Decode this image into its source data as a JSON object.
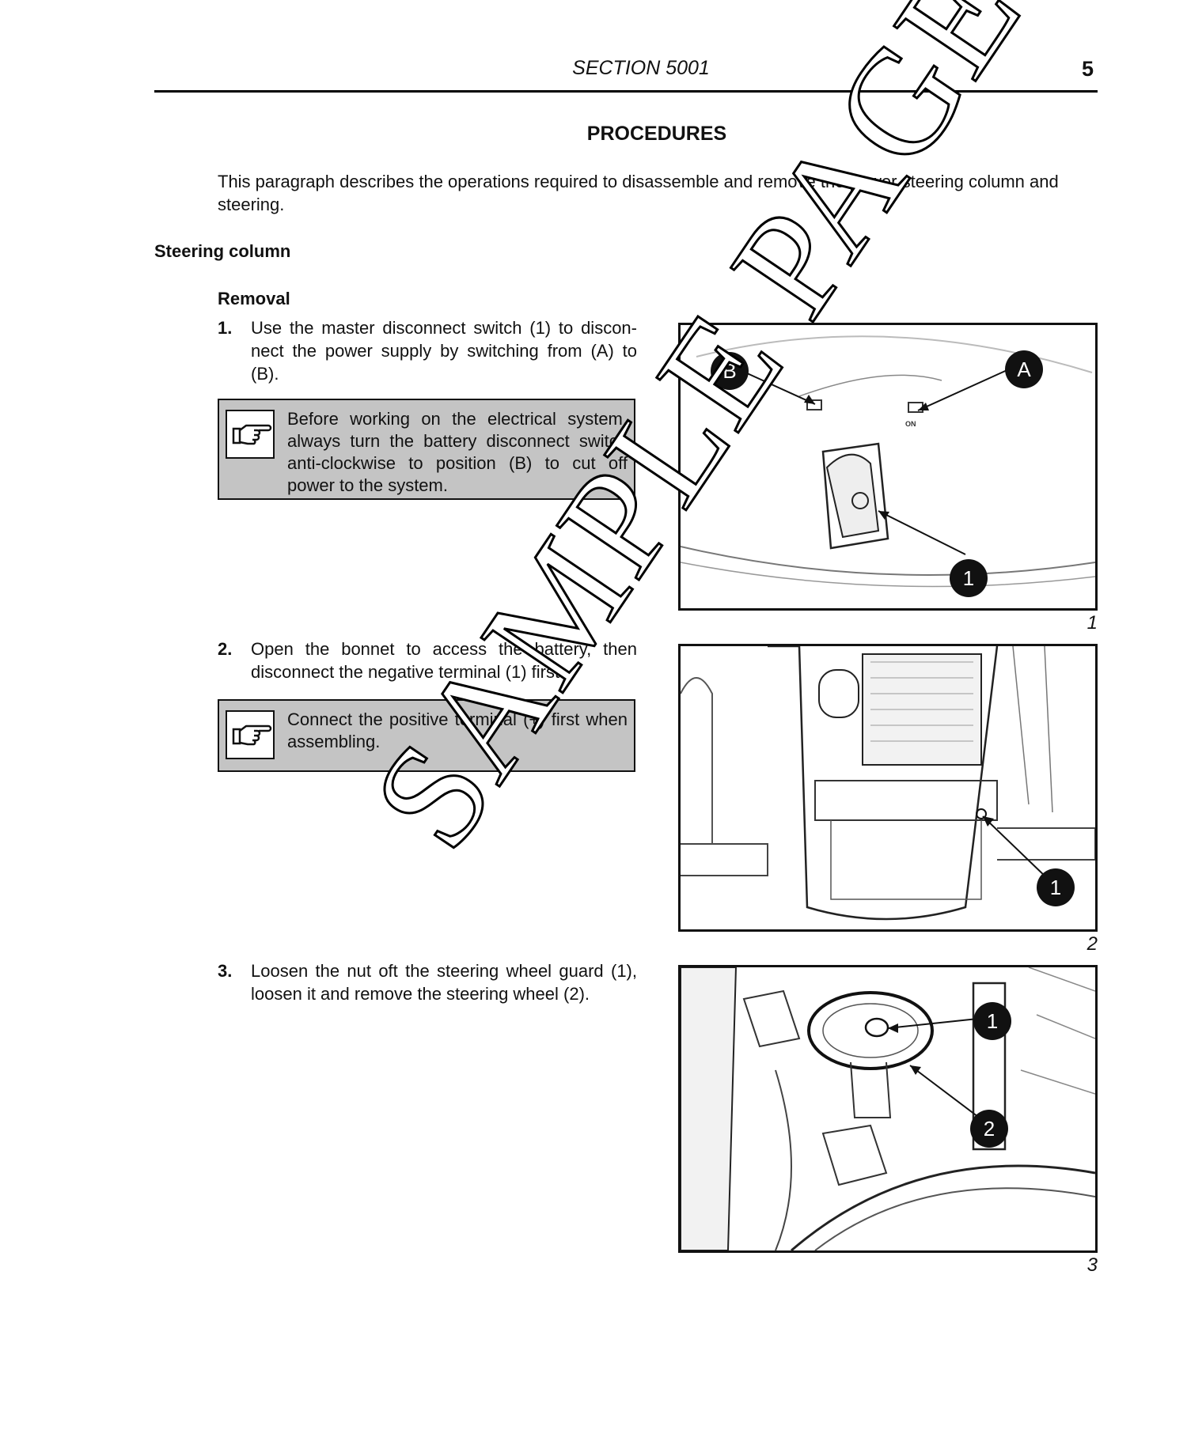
{
  "header": {
    "section": "SECTION 5001",
    "page_number": "5"
  },
  "title": "PROCEDURES",
  "intro": "This paragraph describes the operations required to disassemble and remove the power steering column and steering.",
  "subsection": "Steering column",
  "removal_heading": "Removal",
  "steps": [
    {
      "num": "1.",
      "text": "Use the master disconnect switch (1) to discon-nect the power supply by switching from (A) to (B)."
    },
    {
      "num": "2.",
      "text": "Open the bonnet to access the battery, then disconnect the negative terminal (1) first."
    },
    {
      "num": "3.",
      "text": "Loosen the nut oft the steering wheel guard (1), loosen it and remove the steering wheel (2)."
    }
  ],
  "notes": [
    {
      "text": "Before working on the electrical system, always turn the battery disconnect switch anti-clockwise to position (B) to cut off power to the system.",
      "icon": "pointing-hand-icon"
    },
    {
      "text": "Connect the positive terminal (+) first when assembling.",
      "icon": "pointing-hand-icon"
    }
  ],
  "figures": [
    {
      "number": "1",
      "callouts": [
        "B",
        "A",
        "1"
      ],
      "switch_label": "ON"
    },
    {
      "number": "2",
      "callouts": [
        "1"
      ]
    },
    {
      "number": "3",
      "callouts": [
        "1",
        "2"
      ]
    }
  ],
  "watermark": "SAMPLE PAGE"
}
